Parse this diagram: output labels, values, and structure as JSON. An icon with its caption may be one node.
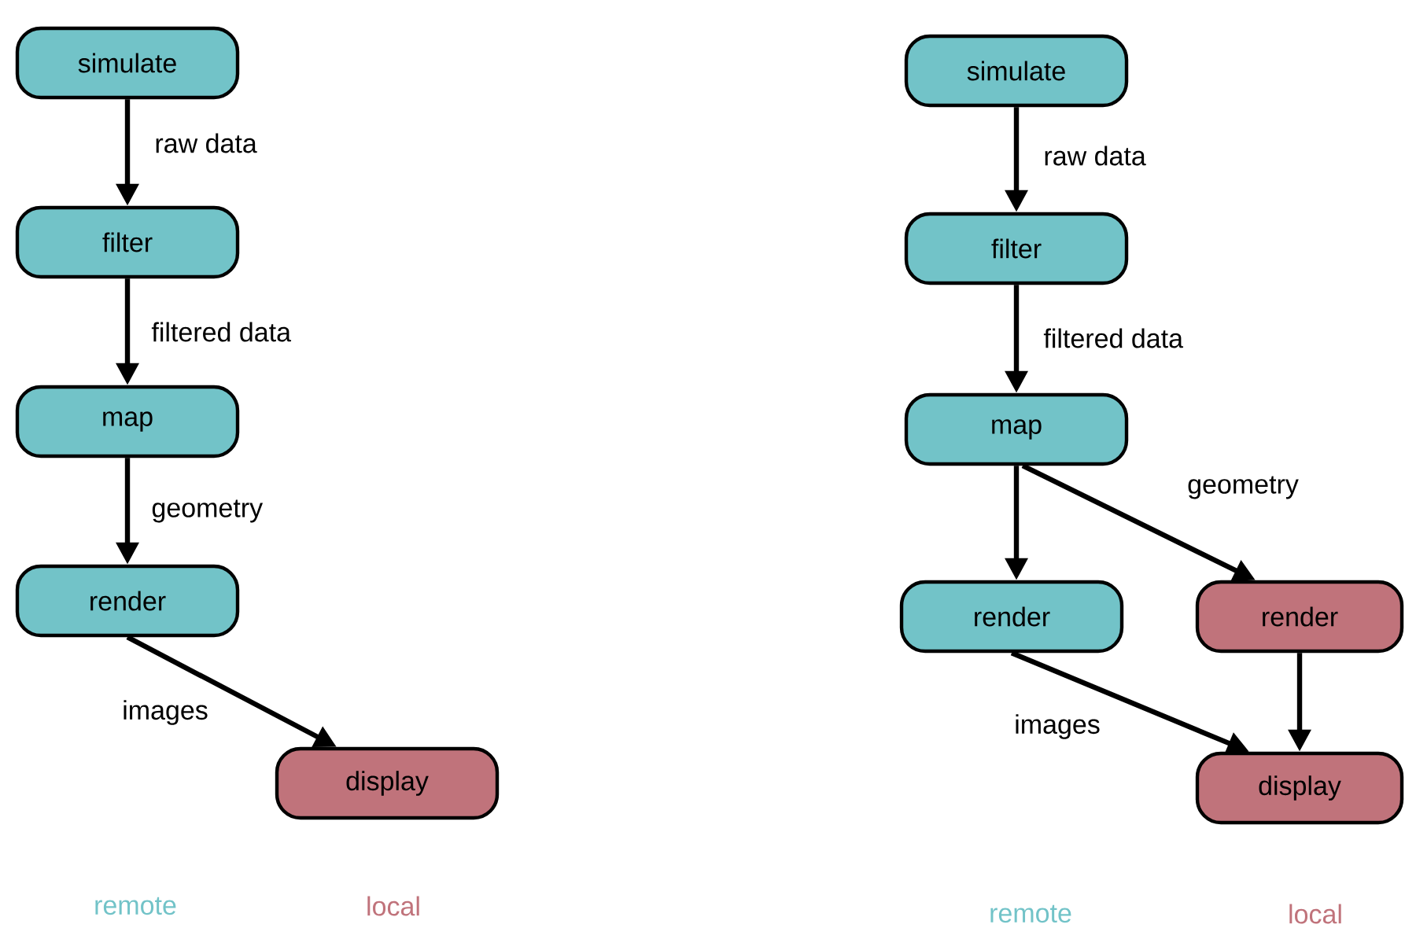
{
  "diagram": {
    "nodes": [
      {
        "text": [
          "simulate"
        ]
      },
      {
        "text": [
          "filter"
        ]
      },
      {
        "text": [
          "map"
        ]
      },
      {
        "text": [
          "render"
        ]
      },
      {
        "text": [
          "display"
        ]
      },
      {
        "text": [
          "simulate"
        ]
      },
      {
        "text": [
          "filter"
        ]
      },
      {
        "text": [
          "map"
        ]
      },
      {
        "text": [
          "render"
        ]
      },
      {
        "text": [
          "render"
        ]
      },
      {
        "text": [
          "display"
        ]
      }
    ],
    "edges": [
      {
        "from": 0,
        "to": 1,
        "arrow": "to",
        "label": "raw data"
      },
      {
        "from": 1,
        "to": 2,
        "arrow": "to",
        "label": "filtered data"
      },
      {
        "from": 2,
        "to": 3,
        "arrow": "to",
        "label": "geometry"
      },
      {
        "from": 3,
        "to": 4,
        "arrow": "to",
        "label": "images"
      },
      {
        "from": 5,
        "to": 6,
        "arrow": "to",
        "label": "raw data"
      },
      {
        "from": 6,
        "to": 7,
        "arrow": "to",
        "label": "filtered data"
      },
      {
        "from": 7,
        "to": 8,
        "arrow": "to"
      },
      {
        "from": 7,
        "to": 9,
        "arrow": "to",
        "label": "geometry"
      },
      {
        "from": 8,
        "to": 10,
        "arrow": "to",
        "label": "images"
      },
      {
        "from": 9,
        "to": 10,
        "arrow": "to"
      }
    ],
    "labels": [
      "remote",
      "local",
      "remote",
      "local"
    ]
  }
}
